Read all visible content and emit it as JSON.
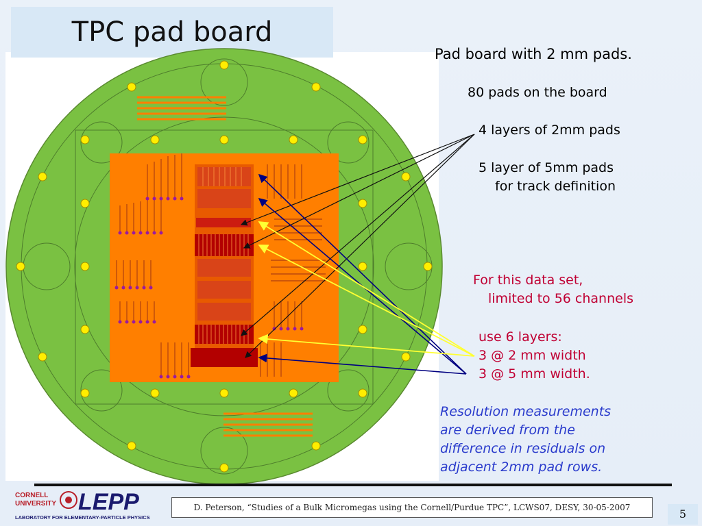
{
  "slide": {
    "title": "TPC pad board",
    "page_number": "5"
  },
  "notes": {
    "heading": "Pad board with 2 mm pads.",
    "pads_count": "80 pads on the board",
    "layers_2mm": "4 layers of 2mm pads",
    "layers_5mm_line1": "5 layer of 5mm pads",
    "layers_5mm_line2": "for track definition",
    "dataset_line1": "For this data set,",
    "dataset_line2": "limited to 56 channels",
    "use_line1": "use 6 layers:",
    "use_line2": "3 @ 2 mm width",
    "use_line3": "3 @ 5 mm width.",
    "resolution_line1": "Resolution measurements",
    "resolution_line2": "are derived from the",
    "resolution_line3": "difference in residuals on",
    "resolution_line4": "adjacent 2mm pad rows."
  },
  "footer": {
    "logo_line1": "CORNELL",
    "logo_line2": "UNIVERSITY",
    "logo_main": "LEPP",
    "logo_sub": "LABORATORY FOR ELEMENTARY-PARTICLE PHYSICS",
    "citation": "D. Peterson, “Studies of a Bulk Micromegas using the Cornell/Purdue TPC”, LCWS07, DESY, 30-05-2007"
  },
  "colors": {
    "board_green": "#7ac142",
    "pad_orange": "#ff7f00",
    "pad_dark_red": "#b30000",
    "hole_yellow": "#ffee00",
    "arrow_black": "#111111",
    "arrow_navy": "#000080",
    "arrow_yellow": "#ffff33",
    "accent_red_text": "#c00033",
    "accent_blue_text": "#2a3bcc"
  }
}
